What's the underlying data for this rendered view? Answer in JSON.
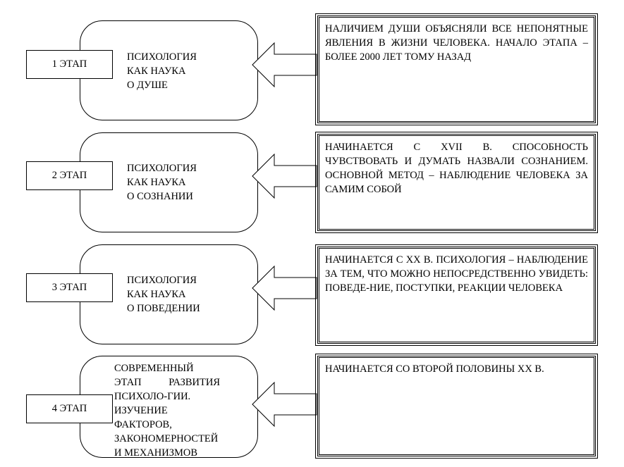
{
  "stages": [
    {
      "label": "1 ЭТАП",
      "title": "ПСИХОЛОГИЯ\nКАК НАУКА\nО ДУШЕ",
      "description": "НАЛИЧИЕМ ДУШИ ОБЪЯСНЯЛИ ВСЕ НЕПОНЯТНЫЕ ЯВЛЕНИЯ В ЖИЗНИ ЧЕЛОВЕКА. НАЧАЛО ЭТАПА – БОЛЕЕ 2000 ЛЕТ ТОМУ НАЗАД"
    },
    {
      "label": "2 ЭТАП",
      "title": "ПСИХОЛОГИЯ\nКАК НАУКА\nО СОЗНАНИИ",
      "description": "НАЧИНАЕТСЯ С XVII В. СПОСОБНОСТЬ ЧУВСТВОВАТЬ И ДУМАТЬ НАЗВАЛИ СОЗНАНИЕМ. ОСНОВНОЙ МЕТОД – НАБЛЮДЕНИЕ ЧЕЛОВЕКА ЗА САМИМ СОБОЙ"
    },
    {
      "label": "3 ЭТАП",
      "title": "ПСИХОЛОГИЯ\nКАК НАУКА\nО ПОВЕДЕНИИ",
      "description": "НАЧИНАЕТСЯ С XX В. ПСИХОЛОГИЯ – НАБЛЮДЕНИЕ ЗА ТЕМ, ЧТО МОЖНО НЕПОСРЕДСТВЕННО УВИДЕТЬ: ПОВЕДЕ-НИЕ, ПОСТУПКИ, РЕАКЦИИ ЧЕЛОВЕКА"
    },
    {
      "label": "4 ЭТАП",
      "title": "СОВРЕМЕННЫЙ ЭТАП РАЗВИТИЯ ПСИХОЛО-ГИИ. ИЗУЧЕНИЕ ФАКТОРОВ, ЗАКОНОМЕРНОСТЕЙ И МЕХАНИЗМОВ",
      "description": "НАЧИНАЕТСЯ СО ВТОРОЙ ПОЛОВИНЫ XX В."
    }
  ]
}
